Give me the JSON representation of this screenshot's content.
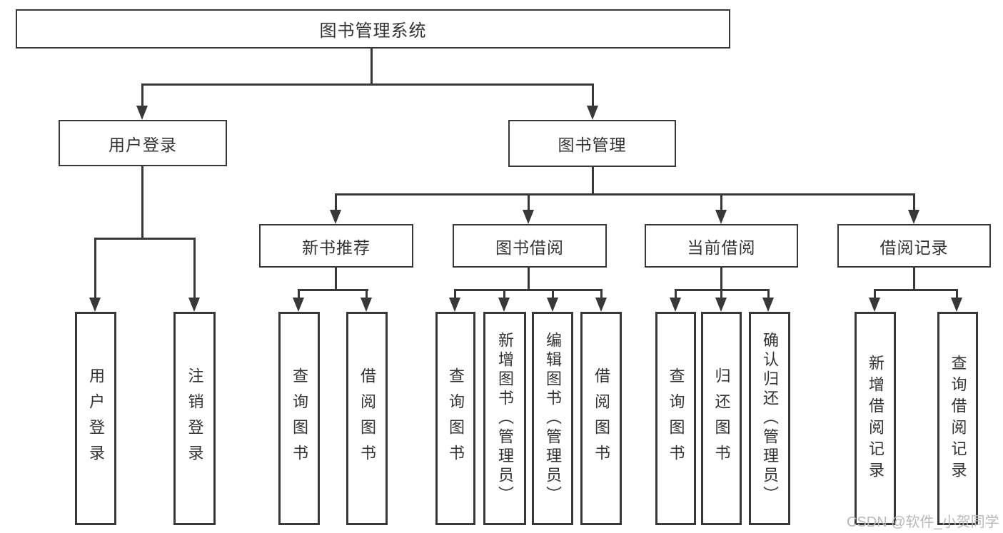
{
  "colors": {
    "line": "#383838",
    "text": "#333333",
    "watermark": "#b8b8b8",
    "background": "#ffffff"
  },
  "watermark": "CSDN @软件_小贺同学",
  "tree": {
    "label": "图书管理系统",
    "children": [
      {
        "label": "用户登录",
        "children": [
          {
            "label": "用户登录"
          },
          {
            "label": "注销登录"
          }
        ]
      },
      {
        "label": "图书管理",
        "children": [
          {
            "label": "新书推荐",
            "children": [
              {
                "label": "查询图书"
              },
              {
                "label": "借阅图书"
              }
            ]
          },
          {
            "label": "图书借阅",
            "children": [
              {
                "label": "查询图书"
              },
              {
                "label": "新增图书（管理员）"
              },
              {
                "label": "编辑图书（管理员）"
              },
              {
                "label": "借阅图书"
              }
            ]
          },
          {
            "label": "当前借阅",
            "children": [
              {
                "label": "查询图书"
              },
              {
                "label": "归还图书"
              },
              {
                "label": "确认归还（管理员）"
              }
            ]
          },
          {
            "label": "借阅记录",
            "children": [
              {
                "label": "新增借阅记录"
              },
              {
                "label": "查询借阅记录"
              }
            ]
          }
        ]
      }
    ]
  }
}
